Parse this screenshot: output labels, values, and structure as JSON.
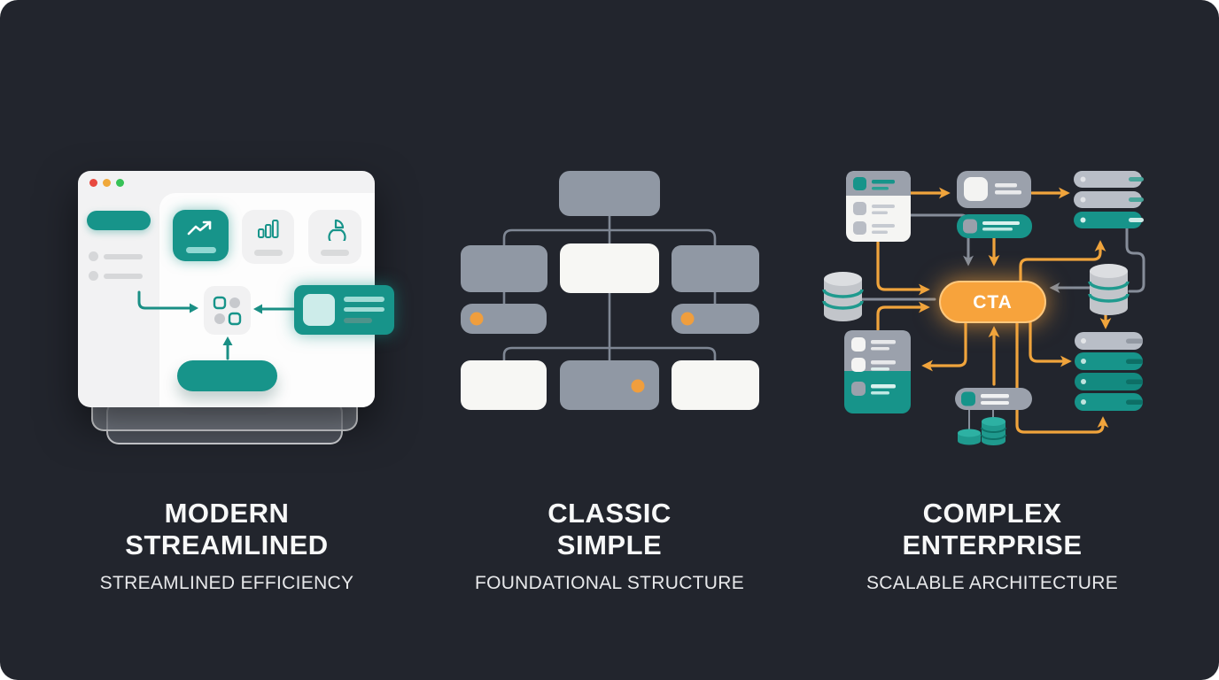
{
  "colors": {
    "background": "#22252d",
    "accent_teal": "#17948a",
    "accent_teal_light": "#9fdcd6",
    "accent_orange": "#f0a43c",
    "gray_node": "#9098a4",
    "white_node": "#f7f7f4",
    "text": "#f7f8f8"
  },
  "window_controls": {
    "close": "#e8493f",
    "minimize": "#f0a83a",
    "zoom": "#37c257"
  },
  "panels": [
    {
      "name": "modern-streamlined",
      "title_line1": "MODERN",
      "title_line2": "STREAMLINED",
      "subtitle": "STREAMLINED EFFICIENCY",
      "icons": [
        "trend-up",
        "bar-chart",
        "pie-chart",
        "grid-shapes",
        "flow-arrows"
      ]
    },
    {
      "name": "classic-simple",
      "title_line1": "CLASSIC",
      "title_line2": "SIMPLE",
      "subtitle": "FOUNDATIONAL STRUCTURE",
      "icons": [
        "org-chart",
        "status-dots"
      ]
    },
    {
      "name": "complex-enterprise",
      "title_line1": "COMPLEX",
      "title_line2": "ENTERPRISE",
      "subtitle": "SCALABLE ARCHITECTURE",
      "cta_label": "CTA",
      "icons": [
        "list-card",
        "server-stack",
        "database",
        "flow-arrows"
      ]
    }
  ]
}
